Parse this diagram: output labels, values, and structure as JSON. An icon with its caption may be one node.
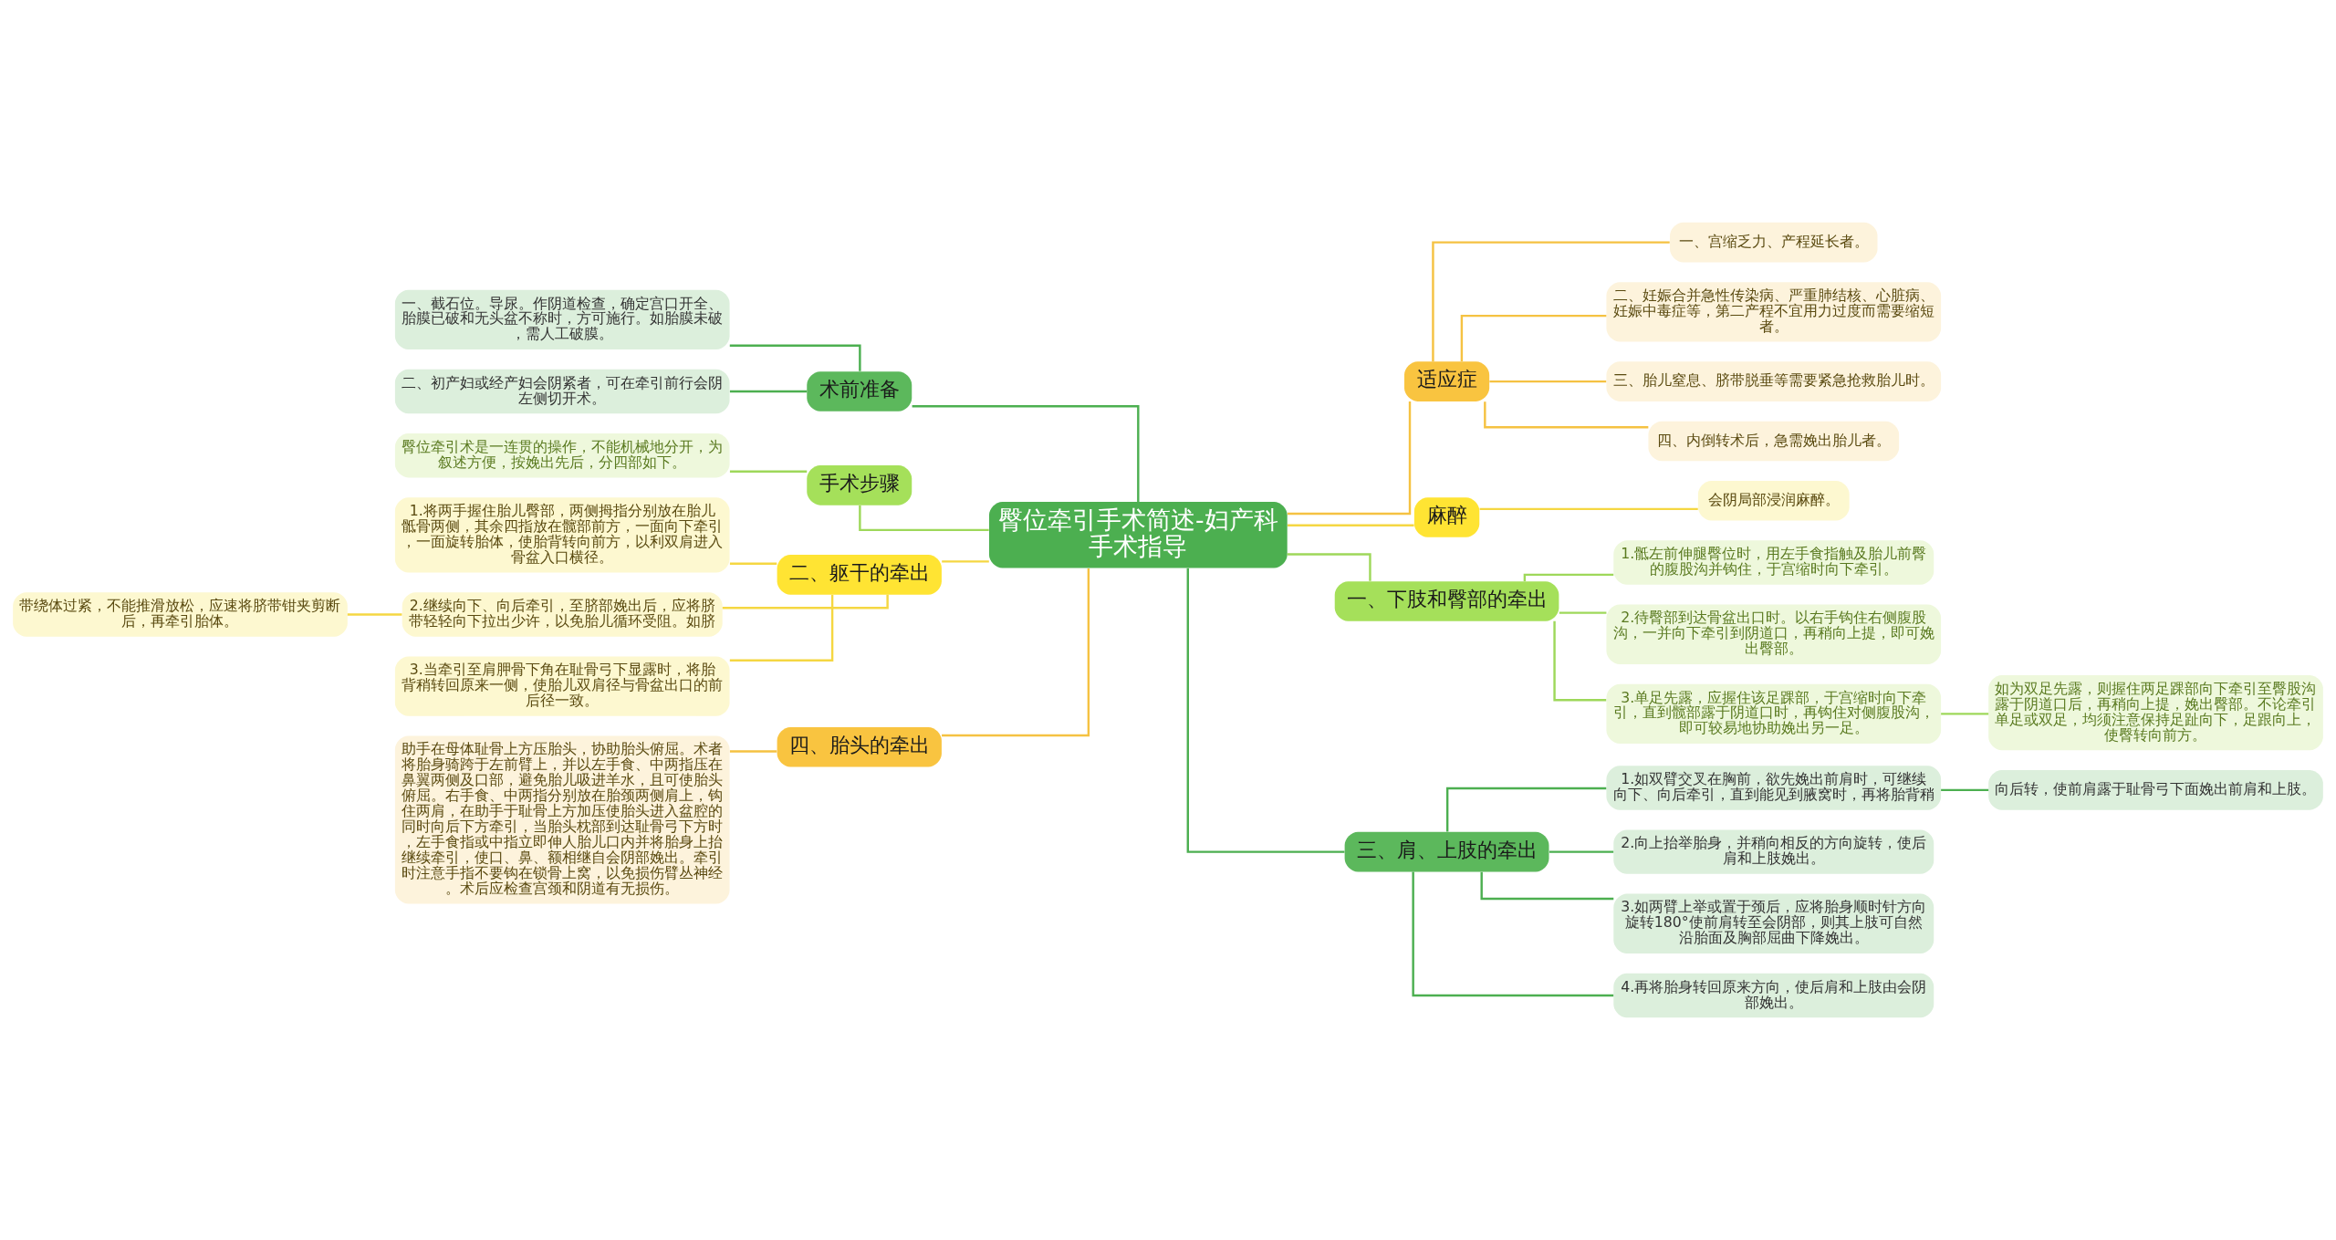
{
  "diagram": {
    "nodes": [
      {
        "text": [
          "臀位牵引手术简述-妇产科手术指导"
        ]
      },
      {
        "text": [
          "术前准备"
        ]
      },
      {
        "text": [
          "一、截石位。导尿。作阴道检查，确定宫口开全、胎膜已破和无头盆不称时，方可施行。如胎膜未破，需人工破膜。"
        ]
      },
      {
        "text": [
          "二、初产妇或经产妇会阴紧者，可在牵引前行会阴左侧切开术。"
        ]
      },
      {
        "text": [
          "手术步骤"
        ]
      },
      {
        "text": [
          "臀位牵引术是一连贯的操作，不能机械地分开，为叙述方便，按娩出先后，分四部如下。"
        ]
      },
      {
        "text": [
          "二、躯干的牵出"
        ]
      },
      {
        "text": [
          "1.将两手握住胎儿臀部，两侧拇指分别放在胎儿骶骨两侧，其余四指放在髋部前方，一面向下牵引，一面旋转胎体，使胎背转向前方，以利双肩进入骨盆入口横径。"
        ]
      },
      {
        "text": [
          "2.继续向下、向后牵引，至脐部娩出后，应将脐带轻轻向下拉出少许，以免胎儿循环受阻。如脐"
        ]
      },
      {
        "text": [
          "带绕体过紧，不能推滑放松，应速将脐带钳夹剪断后，再牵引胎体。"
        ]
      },
      {
        "text": [
          "3.当牵引至肩胛骨下角在耻骨弓下显露时，将胎背稍转回原来一侧，使胎儿双肩径与骨盆出口的前后径一致。"
        ]
      },
      {
        "text": [
          "四、胎头的牵出"
        ]
      },
      {
        "text": [
          "助手在母体耻骨上方压胎头，协助胎头俯屈。术者将胎身骑跨于左前臂上，并以左手食、中两指压在鼻翼两侧及口部，避免胎儿吸进羊水，且可使胎头俯屈。右手食、中两指分别放在胎颈两侧肩上，钩住两肩，在助手于耻骨上方加压使胎头进入盆腔的同时向后下方牵引，当胎头枕部到达耻骨弓下方时，左手食指或中指立即伸人胎儿口内并将胎身上抬继续牵引，使口、鼻、额相继自会阴部娩出。牵引时注意手指不要钩在锁骨上窝，以免损伤臂丛神经。术后应检查宫颈和阴道有无损伤。"
        ]
      },
      {
        "text": [
          "适应症"
        ]
      },
      {
        "text": [
          "一、宫缩乏力、产程延长者。"
        ]
      },
      {
        "text": [
          "二、妊娠合并急性传染病、严重肺结核、心脏病、妊娠中毒症等，第二产程不宜用力过度而需要缩短者。"
        ]
      },
      {
        "text": [
          "三、胎儿窒息、脐带脱垂等需要紧急抢救胎儿时。"
        ]
      },
      {
        "text": [
          "四、内倒转术后，急需娩出胎儿者。"
        ]
      },
      {
        "text": [
          "麻醉"
        ]
      },
      {
        "text": [
          "会阴局部浸润麻醉。"
        ]
      },
      {
        "text": [
          "一、下肢和臀部的牵出"
        ]
      },
      {
        "text": [
          "1.骶左前伸腿臀位时，用左手食指触及胎儿前臀的腹股沟并钩住，于宫缩时向下牵引。"
        ]
      },
      {
        "text": [
          "2.待臀部到达骨盆出口时。以右手钩住右侧腹股沟，一并向下牵引到阴道口，再稍向上提，即可娩出臀部。"
        ]
      },
      {
        "text": [
          "3.单足先露，应握住该足踝部，于宫缩时向下牵引，直到髋部露于阴道口时，再钩住对侧腹股沟，即可较易地协助娩出另一足。"
        ]
      },
      {
        "text": [
          "如为双足先露，则握住两足踝部向下牵引至臀股沟露于阴道口后，再稍向上提，娩出臀部。不论牵引单足或双足，均须注意保持足趾向下，足跟向上，使臀转向前方。"
        ]
      },
      {
        "text": [
          "三、肩、上肢的牵出"
        ]
      },
      {
        "text": [
          "1.如双臂交叉在胸前，欲先娩出前肩时，可继续向下、向后牵引，直到能见到腋窝时，再将胎背稍"
        ]
      },
      {
        "text": [
          "向后转，使前肩露于耻骨弓下面娩出前肩和上肢。"
        ]
      },
      {
        "text": [
          "2.向上抬举胎身，并稍向相反的方向旋转，使后肩和上肢娩出。"
        ]
      },
      {
        "text": [
          "3.如两臂上举或置于颈后，应将胎身顺时针方向旋转180°使前肩转至会阴部，则其上肢可自然沿胎面及胸部屈曲下降娩出。"
        ]
      },
      {
        "text": [
          "4.再将胎身转回原来方向，使后肩和上肢由会阴部娩出。"
        ]
      }
    ],
    "edges": [
      {
        "from": 1,
        "to": 0,
        "arrow": "none",
        "color": "#4caf50"
      },
      {
        "from": 2,
        "to": 1,
        "arrow": "none",
        "color": "#4caf50"
      },
      {
        "from": 3,
        "to": 1,
        "arrow": "none",
        "color": "#4caf50"
      },
      {
        "from": 4,
        "to": 0,
        "arrow": "none",
        "color": "#9ed85a"
      },
      {
        "from": 5,
        "to": 4,
        "arrow": "none",
        "color": "#9ed85a"
      },
      {
        "from": 6,
        "to": 0,
        "arrow": "none",
        "color": "#f5d742"
      },
      {
        "from": 7,
        "to": 6,
        "arrow": "none",
        "color": "#f5d742"
      },
      {
        "from": 8,
        "to": 6,
        "arrow": "none",
        "color": "#f5d742"
      },
      {
        "from": 9,
        "to": 8,
        "arrow": "none",
        "color": "#f5d742"
      },
      {
        "from": 10,
        "to": 6,
        "arrow": "none",
        "color": "#f5d742"
      },
      {
        "from": 11,
        "to": 0,
        "arrow": "none",
        "color": "#f5c242"
      },
      {
        "from": 12,
        "to": 11,
        "arrow": "none",
        "color": "#f5c242"
      },
      {
        "from": 0,
        "to": 13,
        "arrow": "none",
        "color": "#f5c242"
      },
      {
        "from": 13,
        "to": 14,
        "arrow": "none",
        "color": "#f5c242"
      },
      {
        "from": 13,
        "to": 15,
        "arrow": "none",
        "color": "#f5c242"
      },
      {
        "from": 13,
        "to": 16,
        "arrow": "none",
        "color": "#f5c242"
      },
      {
        "from": 13,
        "to": 17,
        "arrow": "none",
        "color": "#f5c242"
      },
      {
        "from": 0,
        "to": 18,
        "arrow": "none",
        "color": "#f5d742"
      },
      {
        "from": 18,
        "to": 19,
        "arrow": "none",
        "color": "#f5d742"
      },
      {
        "from": 0,
        "to": 20,
        "arrow": "none",
        "color": "#9ed85a"
      },
      {
        "from": 20,
        "to": 21,
        "arrow": "none",
        "color": "#9ed85a"
      },
      {
        "from": 20,
        "to": 22,
        "arrow": "none",
        "color": "#9ed85a"
      },
      {
        "from": 20,
        "to": 23,
        "arrow": "none",
        "color": "#9ed85a"
      },
      {
        "from": 23,
        "to": 24,
        "arrow": "none",
        "color": "#9ed85a"
      },
      {
        "from": 0,
        "to": 25,
        "arrow": "none",
        "color": "#4caf50"
      },
      {
        "from": 25,
        "to": 26,
        "arrow": "none",
        "color": "#4caf50"
      },
      {
        "from": 26,
        "to": 27,
        "arrow": "none",
        "color": "#4caf50"
      },
      {
        "from": 25,
        "to": 28,
        "arrow": "none",
        "color": "#4caf50"
      },
      {
        "from": 25,
        "to": 29,
        "arrow": "none",
        "color": "#4caf50"
      },
      {
        "from": 25,
        "to": 30,
        "arrow": "none",
        "color": "#4caf50"
      }
    ]
  }
}
